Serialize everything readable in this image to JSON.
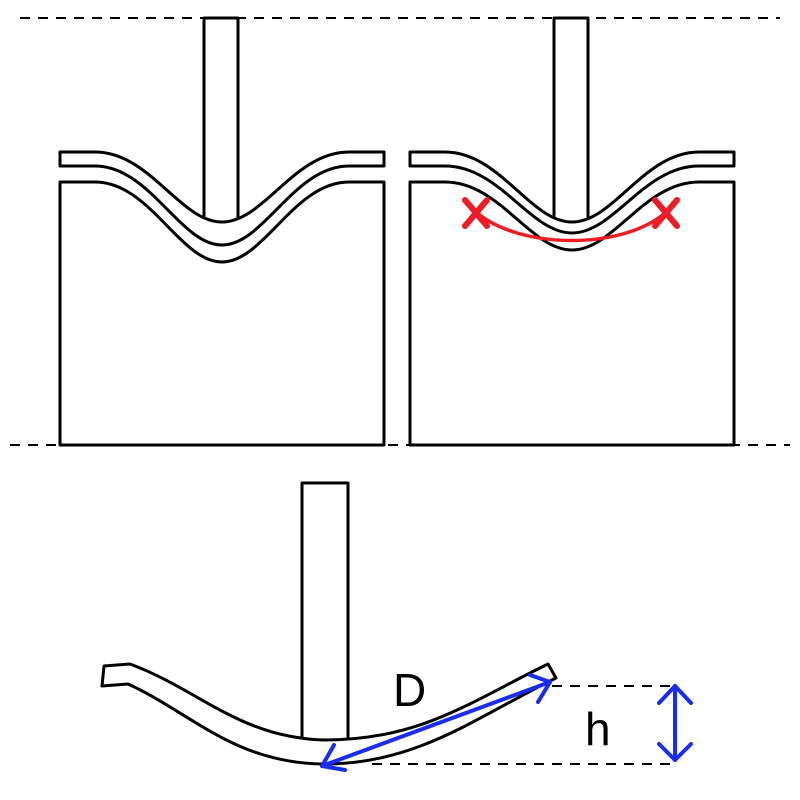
{
  "labels": {
    "chord": "D",
    "height": "h"
  },
  "colors": {
    "outline": "#000000",
    "contact_arc": "#ee1c24",
    "dimension": "#1a2cf0"
  },
  "panels": [
    {
      "name": "sheet-on-mold",
      "marks": []
    },
    {
      "name": "sheet-contact-points",
      "marks": [
        "contact-point-x",
        "contact-point-x"
      ]
    },
    {
      "name": "free-sheet-with-dimensions",
      "marks": [
        "chord-arrow",
        "height-arrow"
      ]
    }
  ]
}
